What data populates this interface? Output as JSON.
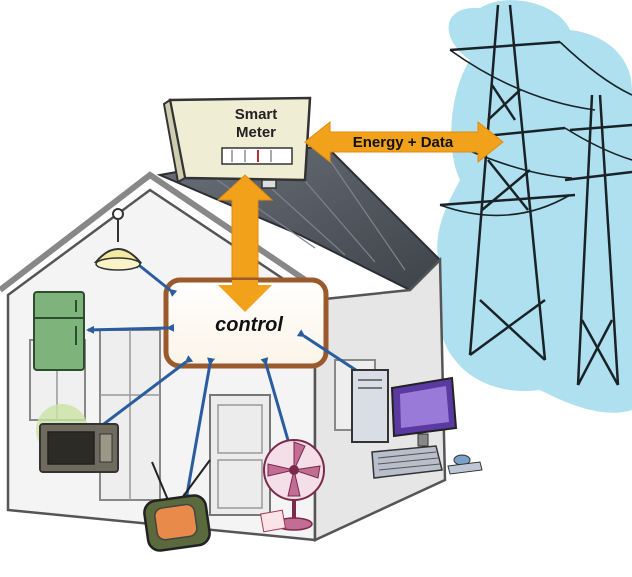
{
  "smart_meter": {
    "line1": "Smart",
    "line2": "Meter"
  },
  "flow_label": "Energy + Data",
  "controller_label": "control",
  "colors": {
    "arrow_blue": "#2a5d9f",
    "arrow_orange": "#f2a21a",
    "sky_blue": "#aee0ef",
    "roof_dark": "#4a4f57",
    "house_wall": "#f4f4f4",
    "controller_border": "#9a5a2c"
  },
  "icons": [
    "smart-meter-icon",
    "power-tower-icon",
    "ceiling-lamp-icon",
    "refrigerator-icon",
    "microwave-icon",
    "television-icon",
    "electric-fan-icon",
    "desktop-computer-icon"
  ]
}
